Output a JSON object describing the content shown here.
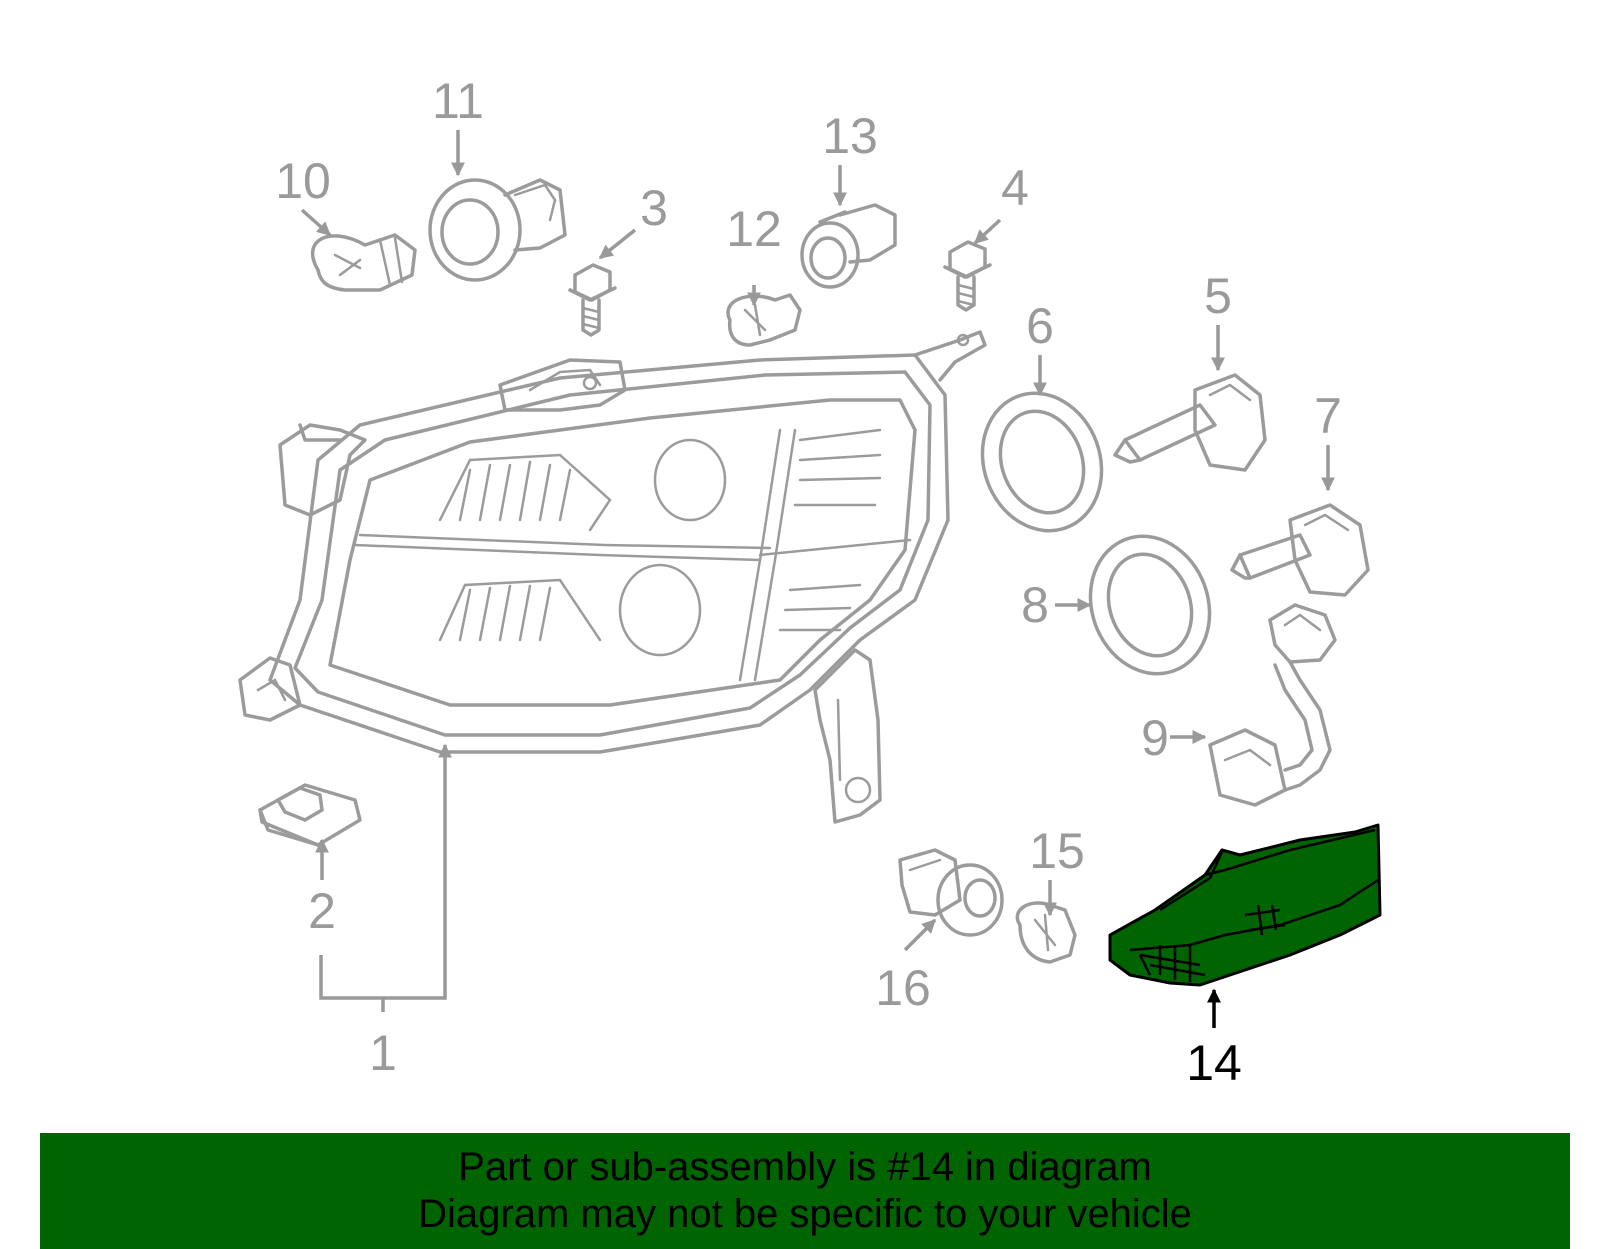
{
  "diagram": {
    "highlight_color": "#006400",
    "selected_part": "14",
    "callouts": {
      "c1": "1",
      "c2": "2",
      "c3": "3",
      "c4": "4",
      "c5": "5",
      "c6": "6",
      "c7": "7",
      "c8": "8",
      "c9": "9",
      "c10": "10",
      "c11": "11",
      "c12": "12",
      "c13": "13",
      "c14": "14",
      "c15": "15",
      "c16": "16"
    }
  },
  "banner": {
    "line1": "Part or sub-assembly is #14 in diagram",
    "line2": "Diagram may not be specific to your vehicle",
    "background": "#006400"
  }
}
